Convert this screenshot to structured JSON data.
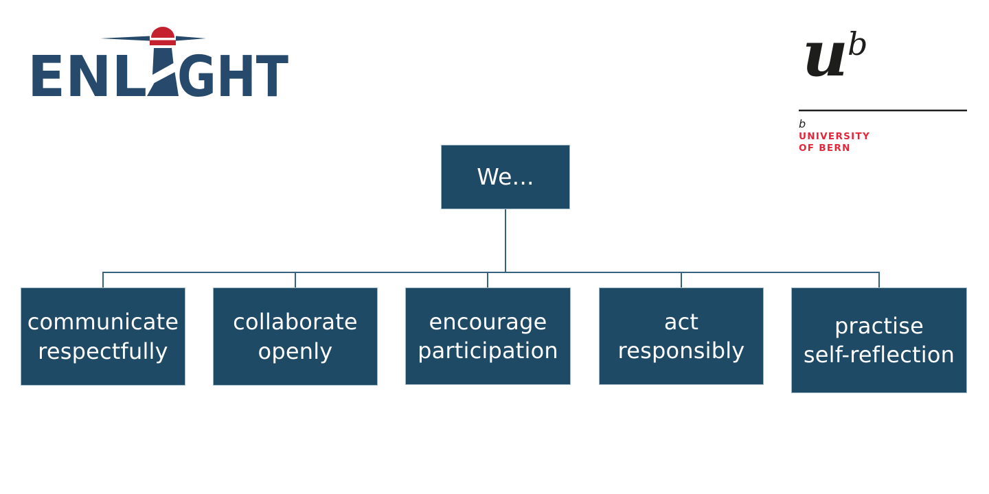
{
  "page": {
    "background": "#ffffff"
  },
  "enlight_logo": {
    "text_left": "ENL",
    "text_right": "GHT",
    "navy": "#27496c",
    "red": "#c4202e"
  },
  "unibe_logo": {
    "u_glyph": "u",
    "b_superscript": "b",
    "b_small": "b",
    "name_line1": "UNIVERSITY",
    "name_line2": "OF BERN",
    "black": "#1d1d1b",
    "red": "#e6243a"
  },
  "diagram": {
    "colors": {
      "box_fill": "#1e4a66",
      "box_border": "#9db8c6",
      "connector": "#35627f",
      "text": "#ffffff"
    },
    "root": {
      "label": "We..."
    },
    "children": [
      {
        "label": "communicate respectfully",
        "line1": "communicate",
        "line2": "respectfully"
      },
      {
        "label": "collaborate openly",
        "line1": "collaborate",
        "line2": "openly"
      },
      {
        "label": "encourage participation",
        "line1": "encourage",
        "line2": "participation"
      },
      {
        "label": "act responsibly",
        "line1": "act",
        "line2": "responsibly"
      },
      {
        "label": "practise self-reflection",
        "line1": "practise",
        "line2": "self-reflection"
      }
    ]
  }
}
